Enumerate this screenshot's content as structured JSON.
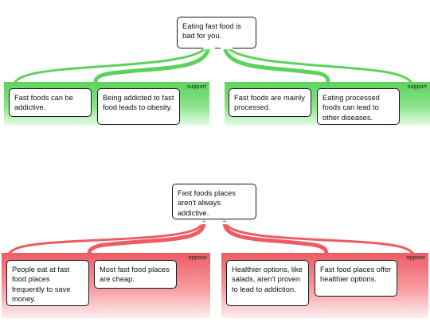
{
  "argument_1": {
    "claim": "Eating fast food is bad for you.",
    "groups": [
      {
        "label": "support",
        "reasons": [
          "Fast foods can be addictive.",
          "Being addicted to fast food leads to obesity."
        ]
      },
      {
        "label": "support",
        "reasons": [
          "Fast foods are mainly processed.",
          "Eating processed foods can lead to other diseases."
        ]
      }
    ]
  },
  "argument_2": {
    "claim": "Fast foods places aren't always addictive.",
    "groups": [
      {
        "label": "oppose",
        "reasons": [
          "People eat at fast food places frequently to save money.",
          "Most fast food places are cheap."
        ]
      },
      {
        "label": "oppose",
        "reasons": [
          "Healthier options, like salads, aren't proven to lead to addiction.",
          "Fast food places offer healthier options."
        ]
      }
    ]
  },
  "colors": {
    "support": "#5cd25c",
    "oppose": "#ee5b63"
  }
}
